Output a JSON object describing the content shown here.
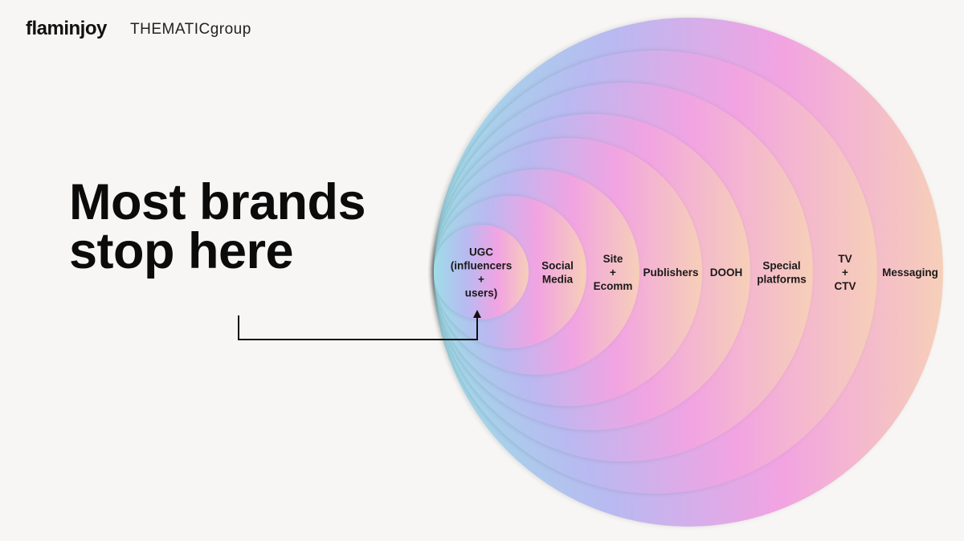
{
  "brand": {
    "logo": "flaminjoy",
    "partner": "THEMATICgroup"
  },
  "headline": [
    "Most brands",
    "stop here"
  ],
  "rings": [
    {
      "label": [
        "UGC",
        "(influencers",
        "+",
        "users)"
      ]
    },
    {
      "label": [
        "Social",
        "Media"
      ]
    },
    {
      "label": [
        "Site",
        "+",
        "Ecomm"
      ]
    },
    {
      "label": [
        "Publishers"
      ]
    },
    {
      "label": [
        "DOOH"
      ]
    },
    {
      "label": [
        "Special",
        "platforms"
      ]
    },
    {
      "label": [
        "TV",
        "+",
        "CTV"
      ]
    },
    {
      "label": [
        "Messaging"
      ]
    }
  ],
  "colors": {
    "cyan": "#9fdde8",
    "lavender": "#b9b9f1",
    "pink": "#f2a3e2",
    "peach": "#f6cfb8",
    "text": "#111111"
  }
}
